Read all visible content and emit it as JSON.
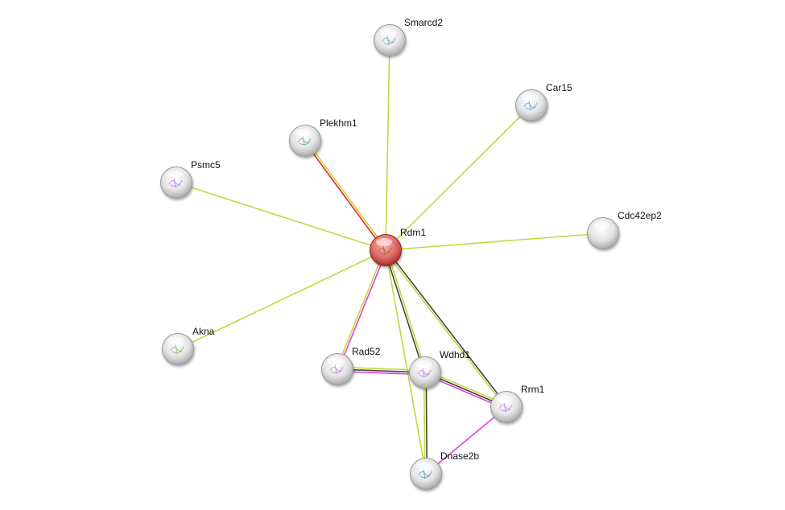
{
  "network": {
    "colors": {
      "textmining": "#c2d93b",
      "coexpression": "#444444",
      "experiments": "#e040e0",
      "fusion": "#e8261c",
      "node_default": "#d8d8d8",
      "node_query": "#e06a66"
    },
    "nodes": [
      {
        "id": "Smarcd2",
        "label": "Smarcd2",
        "query": false,
        "structure": "#7ab"
      },
      {
        "id": "Car15",
        "label": "Car15",
        "query": false,
        "structure": "#5ad"
      },
      {
        "id": "Plekhm1",
        "label": "Plekhm1",
        "query": false,
        "structure": "#7a9"
      },
      {
        "id": "Psmc5",
        "label": "Psmc5",
        "query": false,
        "structure": "#b8d"
      },
      {
        "id": "Rdm1",
        "label": "Rdm1",
        "query": true,
        "structure": "#a64"
      },
      {
        "id": "Cdc42ep2",
        "label": "Cdc42ep2",
        "query": false,
        "structure": ""
      },
      {
        "id": "Akna",
        "label": "Akna",
        "query": false,
        "structure": "#8b6"
      },
      {
        "id": "Rad52",
        "label": "Rad52",
        "query": false,
        "structure": "#b8d"
      },
      {
        "id": "Wdhd1",
        "label": "Wdhd1",
        "query": false,
        "structure": "#b8d"
      },
      {
        "id": "Rrm1",
        "label": "Rrm1",
        "query": false,
        "structure": "#b8d"
      },
      {
        "id": "Dnase2b",
        "label": "Dnase2b",
        "query": false,
        "structure": "#59c"
      }
    ],
    "edges": [
      {
        "from": "Rdm1",
        "to": "Smarcd2",
        "channels": [
          "textmining"
        ]
      },
      {
        "from": "Rdm1",
        "to": "Car15",
        "channels": [
          "textmining"
        ]
      },
      {
        "from": "Rdm1",
        "to": "Plekhm1",
        "channels": [
          "fusion",
          "textmining"
        ]
      },
      {
        "from": "Rdm1",
        "to": "Psmc5",
        "channels": [
          "textmining"
        ]
      },
      {
        "from": "Rdm1",
        "to": "Cdc42ep2",
        "channels": [
          "textmining"
        ]
      },
      {
        "from": "Rdm1",
        "to": "Akna",
        "channels": [
          "textmining"
        ]
      },
      {
        "from": "Rdm1",
        "to": "Rad52",
        "channels": [
          "experiments",
          "textmining"
        ]
      },
      {
        "from": "Rdm1",
        "to": "Wdhd1",
        "channels": [
          "textmining",
          "coexpression"
        ]
      },
      {
        "from": "Rdm1",
        "to": "Rrm1",
        "channels": [
          "coexpression",
          "textmining"
        ]
      },
      {
        "from": "Rdm1",
        "to": "Dnase2b",
        "channels": [
          "textmining"
        ]
      },
      {
        "from": "Rad52",
        "to": "Wdhd1",
        "channels": [
          "textmining",
          "coexpression",
          "experiments"
        ]
      },
      {
        "from": "Wdhd1",
        "to": "Rrm1",
        "channels": [
          "textmining",
          "coexpression",
          "experiments"
        ]
      },
      {
        "from": "Wdhd1",
        "to": "Dnase2b",
        "channels": [
          "coexpression",
          "textmining"
        ]
      },
      {
        "from": "Rrm1",
        "to": "Dnase2b",
        "channels": [
          "experiments"
        ]
      }
    ]
  }
}
